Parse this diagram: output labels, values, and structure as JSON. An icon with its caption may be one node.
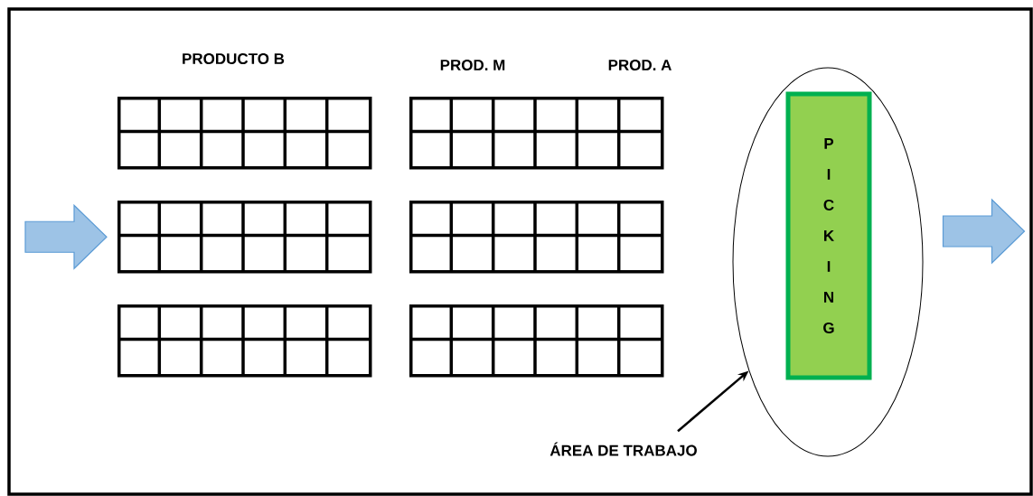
{
  "diagram": {
    "nodes": [
      {
        "text": [],
        "shape": "box"
      },
      {
        "text": [],
        "shape": "box"
      },
      {
        "text": [],
        "shape": "box"
      },
      {
        "text": [],
        "shape": "box"
      },
      {
        "text": [],
        "shape": "box"
      },
      {
        "text": [],
        "shape": "box"
      },
      {
        "text": [],
        "shape": "ellipse"
      },
      {
        "text": [
          "P I C K I N G"
        ],
        "in": 6
      },
      {
        "text": [
          "ÁREA DE TRABAJO"
        ]
      }
    ],
    "edges": [
      {
        "from": null,
        "to": 2,
        "arrow": "to",
        "color": "#9dc3e6"
      },
      {
        "from": 6,
        "to": null,
        "arrow": "to",
        "color": "#9dc3e6"
      },
      {
        "from": 8,
        "to": 6,
        "arrow": "to"
      }
    ],
    "labels": [
      "PRODUCTO B",
      "PROD. M",
      "PROD. A"
    ]
  }
}
